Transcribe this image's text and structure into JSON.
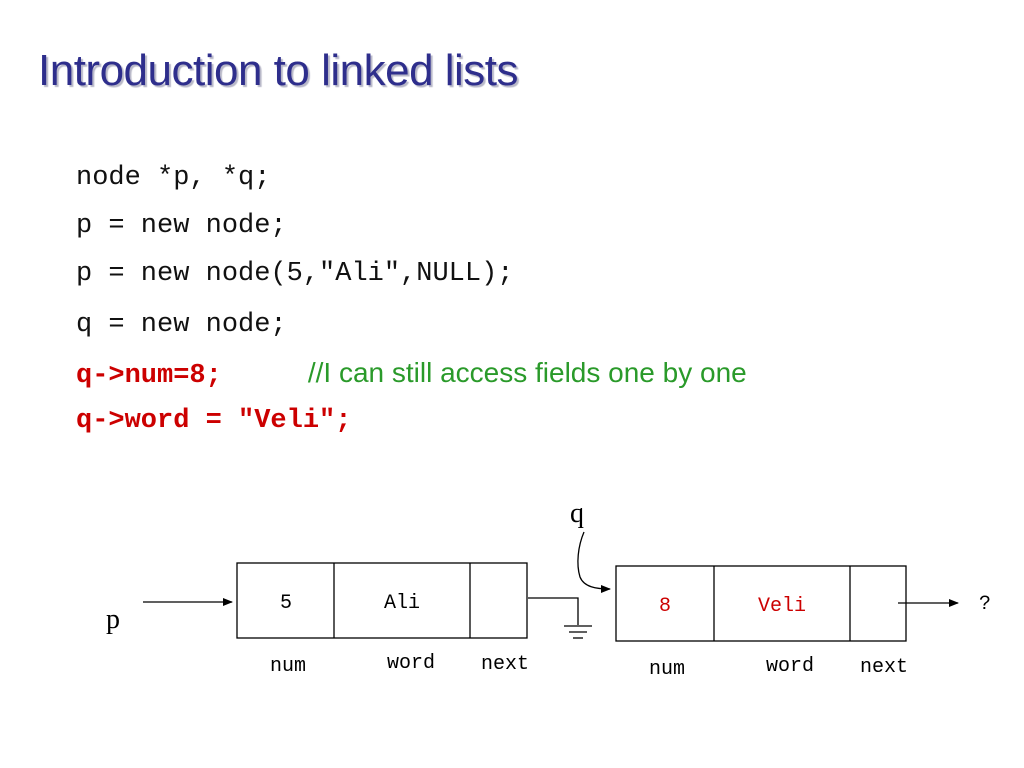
{
  "slide": {
    "title": "Introduction to linked lists",
    "code": {
      "line1": "node *p, *q;",
      "line2": "p = new node;",
      "line3": "p = new node(5,\"Ali\",NULL);",
      "line4": "q = new node;",
      "line5": "q->num=8;",
      "line5_comment": "//I can still access fields one by one",
      "line6": "q->word = \"Veli\";"
    },
    "colors": {
      "title": "#2e2e8c",
      "code_highlight": "#cc0000",
      "comment": "#2a9a2a",
      "node_q_values": "#cc0000"
    }
  },
  "diagram": {
    "pointer_p": "p",
    "pointer_q": "q",
    "node_p": {
      "num": "5",
      "word": "Ali",
      "labels": {
        "num": "num",
        "word": "word",
        "next": "next"
      },
      "next_icon": "ground-null-icon"
    },
    "node_q": {
      "num": "8",
      "word": "Veli",
      "labels": {
        "num": "num",
        "word": "word",
        "next": "next"
      },
      "next_target": "?"
    }
  }
}
